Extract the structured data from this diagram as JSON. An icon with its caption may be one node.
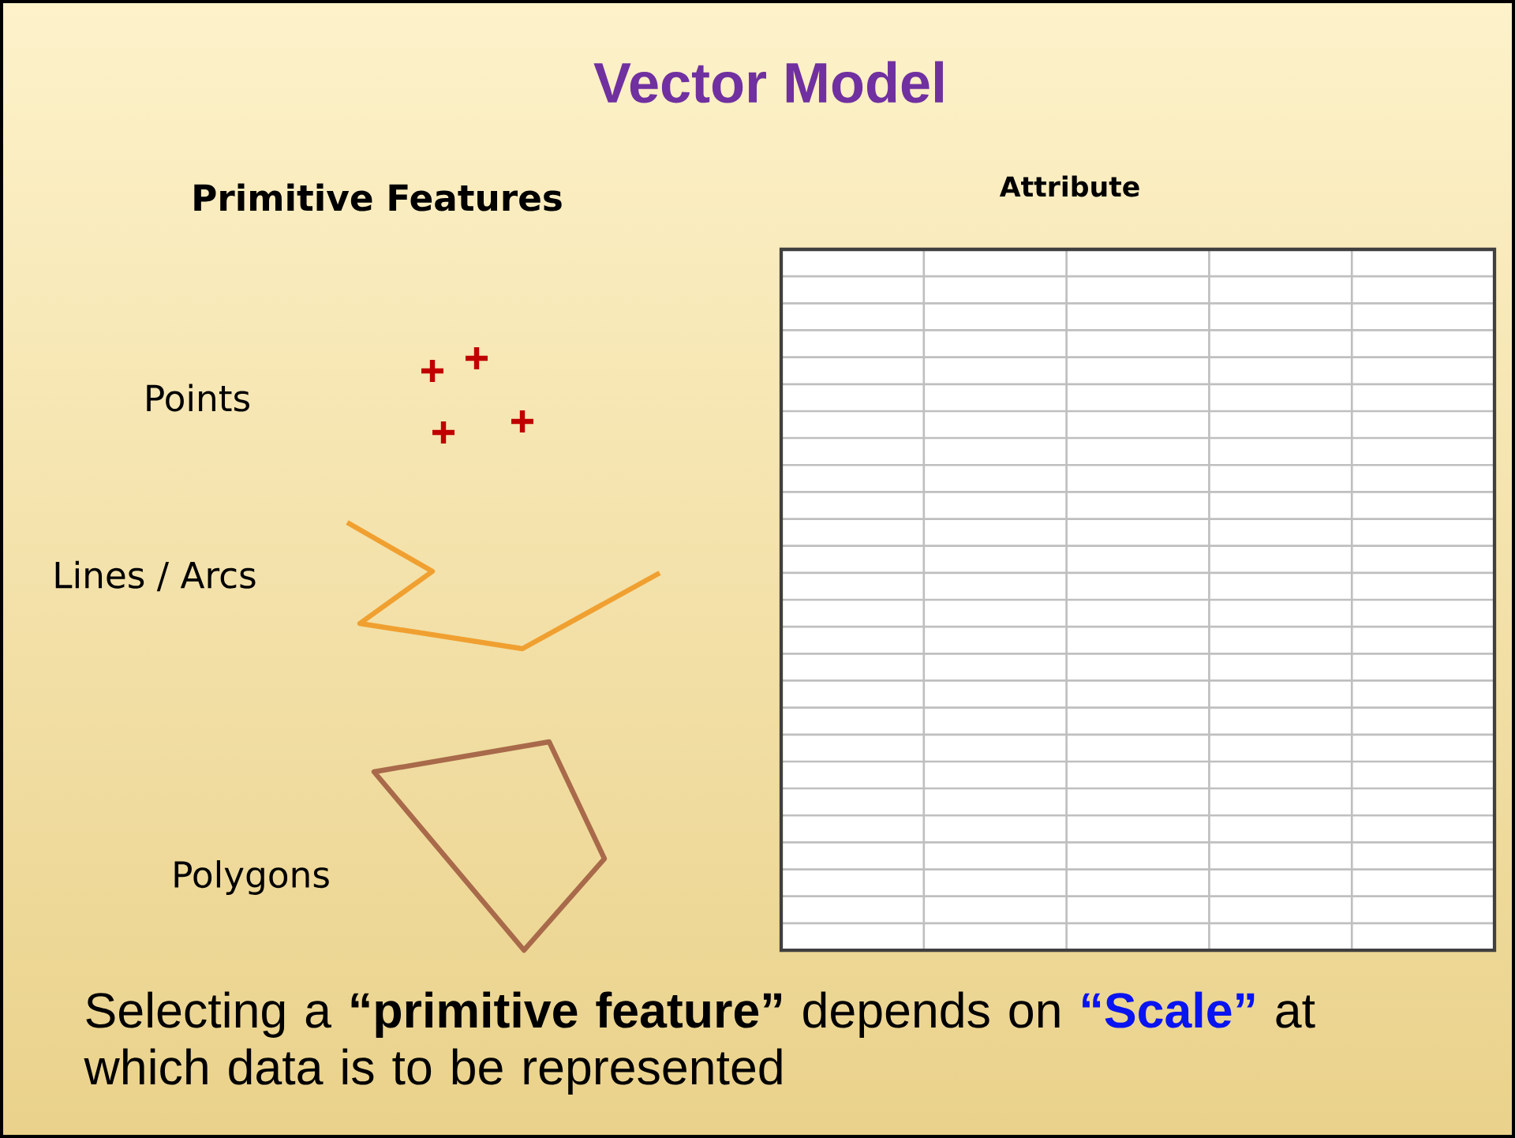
{
  "diagram": {
    "title": "Vector Model",
    "labels": [
      "Primitive Features",
      "Attribute",
      "Points",
      "Lines / Arcs",
      "Polygons",
      "Selecting a **“primitive feature”** depends on",
      "“Scale”",
      "at which data is to be represented"
    ]
  }
}
